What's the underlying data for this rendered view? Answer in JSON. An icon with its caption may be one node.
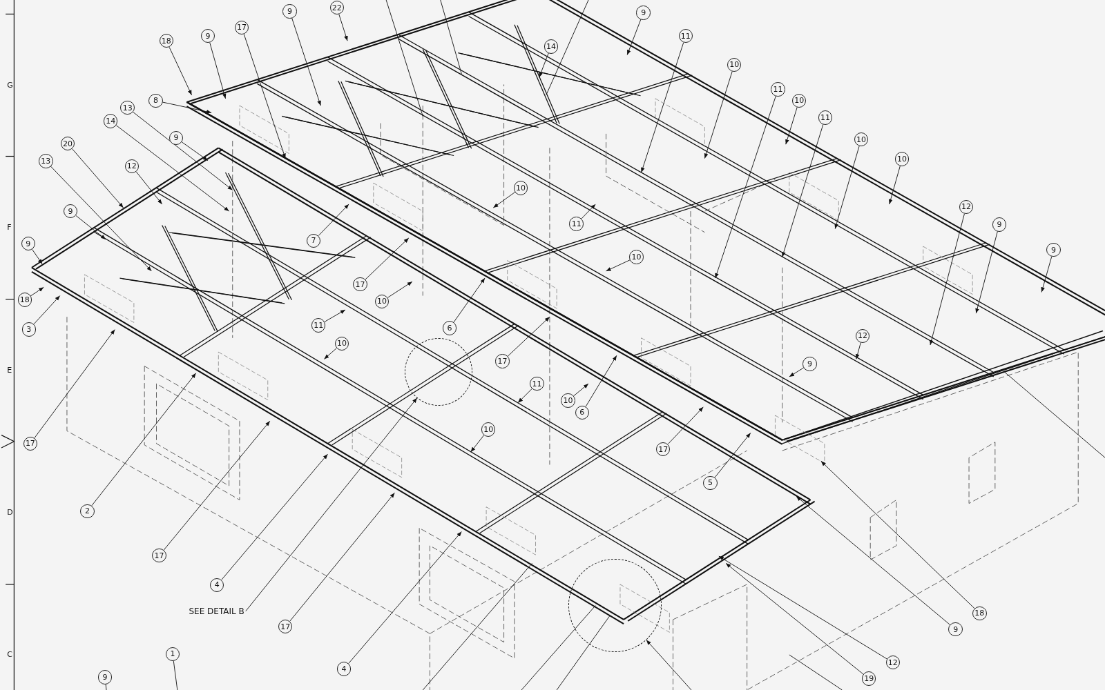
{
  "diagram": {
    "nodes": [
      {
        "text": [
          "9"
        ]
      },
      {
        "text": [
          "22"
        ]
      },
      {
        "text": [
          "9"
        ]
      },
      {
        "text": [
          "14"
        ]
      },
      {
        "text": [
          "18"
        ]
      },
      {
        "text": [
          "9"
        ]
      },
      {
        "text": [
          "17"
        ]
      },
      {
        "text": [
          "11"
        ]
      },
      {
        "text": [
          "10"
        ]
      },
      {
        "text": [
          "11"
        ]
      },
      {
        "text": [
          "10"
        ]
      },
      {
        "text": [
          "11"
        ]
      },
      {
        "text": [
          "10"
        ]
      },
      {
        "text": [
          "10"
        ]
      },
      {
        "text": [
          "12"
        ]
      },
      {
        "text": [
          "9"
        ]
      },
      {
        "text": [
          "9"
        ]
      },
      {
        "text": [
          "8"
        ]
      },
      {
        "text": [
          "13"
        ]
      },
      {
        "text": [
          "14"
        ]
      },
      {
        "text": [
          "9"
        ]
      },
      {
        "text": [
          "20"
        ]
      },
      {
        "text": [
          "13"
        ]
      },
      {
        "text": [
          "12"
        ]
      },
      {
        "text": [
          "9"
        ]
      },
      {
        "text": [
          "9"
        ]
      },
      {
        "text": [
          "18"
        ]
      },
      {
        "text": [
          "3"
        ]
      },
      {
        "text": [
          "7"
        ]
      },
      {
        "text": [
          "10"
        ]
      },
      {
        "text": [
          "11"
        ]
      },
      {
        "text": [
          "17"
        ]
      },
      {
        "text": [
          "10"
        ]
      },
      {
        "text": [
          "10"
        ]
      },
      {
        "text": [
          "11"
        ]
      },
      {
        "text": [
          "6"
        ]
      },
      {
        "text": [
          "10"
        ]
      },
      {
        "text": [
          "17"
        ]
      },
      {
        "text": [
          "12"
        ]
      },
      {
        "text": [
          "9"
        ]
      },
      {
        "text": [
          "11"
        ]
      },
      {
        "text": [
          "10"
        ]
      },
      {
        "text": [
          "6"
        ]
      },
      {
        "text": [
          "10"
        ]
      },
      {
        "text": [
          "17"
        ]
      },
      {
        "text": [
          "5"
        ]
      },
      {
        "text": [
          "17"
        ]
      },
      {
        "text": [
          "2"
        ]
      },
      {
        "text": [
          "17"
        ]
      },
      {
        "text": [
          "4"
        ]
      },
      {
        "text": [
          "SEE DETAIL B"
        ]
      },
      {
        "text": [
          "17"
        ]
      },
      {
        "text": [
          "4"
        ]
      },
      {
        "text": [
          "18"
        ]
      },
      {
        "text": [
          "9"
        ]
      },
      {
        "text": [
          "12"
        ]
      },
      {
        "text": [
          "19"
        ]
      },
      {
        "text": [
          "1"
        ]
      },
      {
        "text": [
          "9"
        ]
      },
      {
        "text": [],
        "shape": "circle"
      },
      {
        "text": [],
        "shape": "circle"
      }
    ],
    "edges": [
      {
        "from": 0,
        "to": null,
        "arrow": "to"
      },
      {
        "from": 1,
        "to": null,
        "arrow": "to"
      },
      {
        "from": 2,
        "to": null,
        "arrow": "to"
      },
      {
        "from": 3,
        "to": null,
        "arrow": "to"
      },
      {
        "from": 4,
        "to": null,
        "arrow": "to"
      },
      {
        "from": 5,
        "to": null,
        "arrow": "to"
      },
      {
        "from": 6,
        "to": null,
        "arrow": "to"
      },
      {
        "from": 7,
        "to": null,
        "arrow": "to"
      },
      {
        "from": 8,
        "to": null,
        "arrow": "to"
      },
      {
        "from": 9,
        "to": null,
        "arrow": "to"
      },
      {
        "from": 10,
        "to": null,
        "arrow": "to"
      },
      {
        "from": 11,
        "to": null,
        "arrow": "to"
      },
      {
        "from": 12,
        "to": null,
        "arrow": "to"
      },
      {
        "from": 13,
        "to": null,
        "arrow": "to"
      },
      {
        "from": 14,
        "to": null,
        "arrow": "to"
      },
      {
        "from": 15,
        "to": null,
        "arrow": "to"
      },
      {
        "from": 16,
        "to": null,
        "arrow": "to"
      },
      {
        "from": 17,
        "to": null,
        "arrow": "to"
      },
      {
        "from": 18,
        "to": null,
        "arrow": "to"
      },
      {
        "from": 19,
        "to": null,
        "arrow": "to"
      },
      {
        "from": 20,
        "to": null,
        "arrow": "to"
      },
      {
        "from": 21,
        "to": null,
        "arrow": "to"
      },
      {
        "from": 22,
        "to": null,
        "arrow": "to"
      },
      {
        "from": 23,
        "to": null,
        "arrow": "to"
      },
      {
        "from": 24,
        "to": null,
        "arrow": "to"
      },
      {
        "from": 25,
        "to": null,
        "arrow": "to"
      },
      {
        "from": 26,
        "to": null,
        "arrow": "to"
      },
      {
        "from": 27,
        "to": null,
        "arrow": "to"
      },
      {
        "from": 28,
        "to": null,
        "arrow": "to"
      },
      {
        "from": 29,
        "to": null,
        "arrow": "to"
      },
      {
        "from": 30,
        "to": null,
        "arrow": "to"
      },
      {
        "from": 31,
        "to": null,
        "arrow": "to"
      },
      {
        "from": 32,
        "to": null,
        "arrow": "to"
      },
      {
        "from": 33,
        "to": null,
        "arrow": "to"
      },
      {
        "from": 34,
        "to": null,
        "arrow": "to"
      },
      {
        "from": 35,
        "to": null,
        "arrow": "to"
      },
      {
        "from": 36,
        "to": null,
        "arrow": "to"
      },
      {
        "from": 37,
        "to": null,
        "arrow": "to"
      },
      {
        "from": 38,
        "to": null,
        "arrow": "to"
      },
      {
        "from": 39,
        "to": null,
        "arrow": "to"
      },
      {
        "from": 40,
        "to": null,
        "arrow": "to"
      },
      {
        "from": 41,
        "to": null,
        "arrow": "to"
      },
      {
        "from": 42,
        "to": null,
        "arrow": "to"
      },
      {
        "from": 43,
        "to": null,
        "arrow": "to"
      },
      {
        "from": 44,
        "to": null,
        "arrow": "to"
      },
      {
        "from": 45,
        "to": null,
        "arrow": "to"
      },
      {
        "from": 46,
        "to": null,
        "arrow": "to"
      },
      {
        "from": 47,
        "to": null,
        "arrow": "to"
      },
      {
        "from": 48,
        "to": null,
        "arrow": "to"
      },
      {
        "from": 49,
        "to": null,
        "arrow": "to"
      },
      {
        "from": 50,
        "to": 59,
        "arrow": "to"
      },
      {
        "from": 51,
        "to": null,
        "arrow": "to"
      },
      {
        "from": 52,
        "to": null,
        "arrow": "to"
      },
      {
        "from": 53,
        "to": null,
        "arrow": "to"
      },
      {
        "from": 54,
        "to": null,
        "arrow": "to"
      },
      {
        "from": 55,
        "to": null,
        "arrow": "to"
      },
      {
        "from": 56,
        "to": null,
        "arrow": "to"
      },
      {
        "from": 57,
        "to": null,
        "arrow": "none"
      },
      {
        "from": 58,
        "to": null,
        "arrow": "none"
      },
      {
        "from": null,
        "to": 60,
        "arrow": "to"
      }
    ],
    "labels": [
      "G",
      "F",
      "E",
      "D",
      "C"
    ]
  }
}
